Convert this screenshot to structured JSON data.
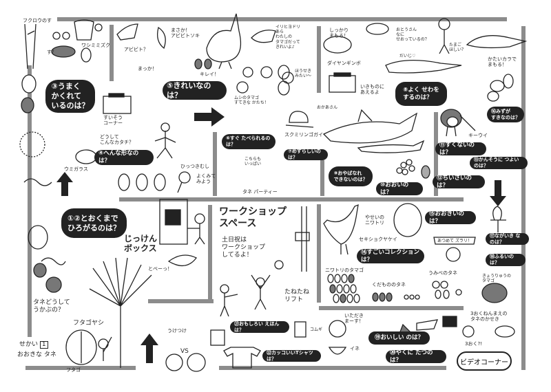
{
  "pills": {
    "p3": "③うまく\nかくれて\nいるのは？",
    "p5": "⑤きれいなのは？",
    "p4": "④へんな形なのは？",
    "p6": "⑥すぐ たべられるのは？",
    "p7": "⑦めずらしいのは？",
    "p8": "⑧よく せわを\nするのは？",
    "p16": "⑯みずが\nすきなのは？",
    "p11": "⑪すくないのは？",
    "p13": "⑬かんそうに つよいのは？",
    "p12": "⑫ちいさいのは？",
    "p9": "⑨おやばなれ\nできないのは？",
    "p10": "⑩おおいのは？",
    "p12b": "①②とおくまで\nひろがるのは？",
    "p15": "⑮おおきいのは？",
    "p14": "⑭すごいコレクションは？",
    "p17": "⑰ながいき なのは？",
    "p18": "⑱ふるいのは？",
    "p19": "⑲おいしい のは？",
    "p20": "⑳やくに たつのは？",
    "p21": "㉑おもしろい えほんは？",
    "p22": "㉒カッコいいTシャツは？"
  },
  "video_corner": "ビデオコーナー",
  "captions": {
    "owl_nest": "フクロウのす",
    "eagle_owl": "ワシミミズク",
    "nest_q": "す？",
    "abibito_q": "アビビト？",
    "masaka": "まさか！\nアビビトソキ",
    "makka": "まっか！",
    "kirei": "キレイ！",
    "irotori": "イリヒヨドリ\nあら\nわたしの\nタマゴだって\nきれいよ♪",
    "insect_eggs": "ムシのタマゴ\nすてきな かたち！",
    "hoseki": "ほうせき\nみたい～",
    "shikkari": "しっかり\nまもる！",
    "otosan": "おとうさん\nなに\nせおっているの？",
    "tamago_q": "たまご\nほしい？",
    "dango": "ダイヤンギンボ",
    "okkasan": "おかあさん",
    "ikimono": "いきものに\nあえるよ",
    "sewa": "だいじ♡",
    "katai": "かたいカラで\nまもる！",
    "kiwi": "キーウイ",
    "suiso": "すいそう\nコーナー",
    "doushite": "どうして\nこんなカタチ？",
    "umigarasu": "ウミガラス",
    "hikkitsuki": "ひっつきむし",
    "yokumite": "よくみて\nみよう",
    "kochira": "こちらも\nいっぱい",
    "tane_party": "タネ パーティー",
    "sukumi": "スクミリンゴガイ",
    "jikken": "じっけん\nボックス",
    "tobe": "とベーっ！",
    "workshop": "ワークショップ\nスペース",
    "donichi": "土日祝は\nワークショップ\nしてるよ！",
    "tane_lift": "たねたね\nリフト",
    "tane_ukabu": "タネどうして\nうかぶの？",
    "futago": "フタゴヤシ",
    "futago_small": "フタゴ",
    "sekai": "せかい",
    "sekai_num": "1",
    "ookina": "おおきな タネ",
    "uketsuke": "うけつけ",
    "vs": "VS",
    "yasei": "やせいの\nニワトリ",
    "sekisho": "セキショクヤケイ",
    "atsumete": "あつめて ズラリ！",
    "niwatori_eggs": "ニワトリのタマゴ",
    "kudamono": "くだもののタネ",
    "umibe": "うみべのタネ",
    "kyoryu": "きょうりゅうの\nタマゴ",
    "itadaki": "いただき\nまーす！",
    "komugi": "コムギ",
    "ine": "イネ",
    "sanoku": "3おくねんまえの\nタネのかせき",
    "sanoku_q": "3おく?!"
  },
  "colors": {
    "wall": "#8c8c8c",
    "pill": "#222222",
    "ink": "#222222"
  }
}
